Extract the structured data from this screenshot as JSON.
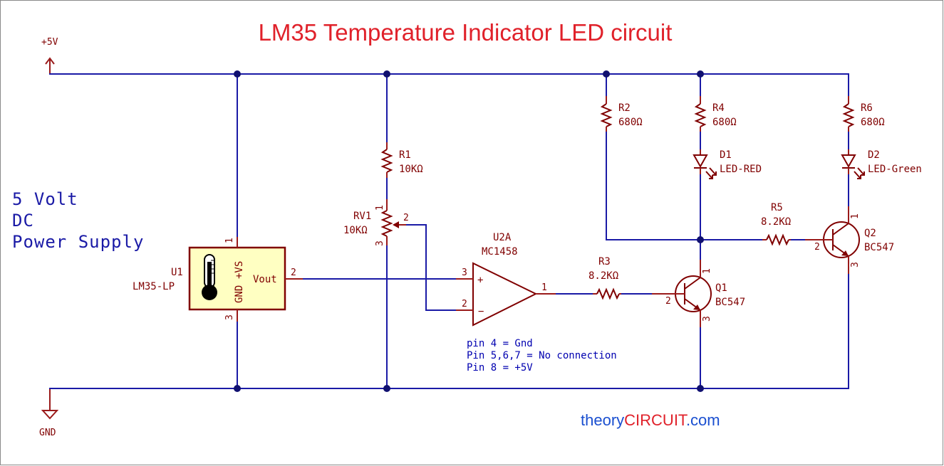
{
  "title": "LM35 Temperature Indicator LED circuit",
  "power_labels": {
    "vcc": "+5V",
    "gnd": "GND"
  },
  "supply_note": [
    "5 Volt",
    "DC",
    "Power Supply"
  ],
  "opamp_notes": [
    "pin 4 = Gnd",
    "Pin 5,6,7 = No connection",
    "Pin 8 = +5V"
  ],
  "components": {
    "u1": {
      "ref": "U1",
      "value": "LM35-LP",
      "pin_vs": "+VS",
      "pin_gnd": "GND",
      "pin_vout": "Vout"
    },
    "r1": {
      "ref": "R1",
      "value": "10KΩ"
    },
    "rv1": {
      "ref": "RV1",
      "value": "10KΩ"
    },
    "u2a": {
      "ref": "U2A",
      "value": "MC1458"
    },
    "r2": {
      "ref": "R2",
      "value": "680Ω"
    },
    "r3": {
      "ref": "R3",
      "value": "8.2KΩ"
    },
    "r4": {
      "ref": "R4",
      "value": "680Ω"
    },
    "r5": {
      "ref": "R5",
      "value": "8.2KΩ"
    },
    "r6": {
      "ref": "R6",
      "value": "680Ω"
    },
    "d1": {
      "ref": "D1",
      "value": "LED-RED"
    },
    "d2": {
      "ref": "D2",
      "value": "LED-Green"
    },
    "q1": {
      "ref": "Q1",
      "value": "BC547"
    },
    "q2": {
      "ref": "Q2",
      "value": "BC547"
    }
  },
  "pin_numbers": {
    "one": "1",
    "two": "2",
    "three": "3"
  },
  "brand": {
    "part1": "theory",
    "part2": "CIRCUIT",
    "part3": ".com"
  },
  "colors": {
    "wire": "#1a1aa6",
    "component": "#800000",
    "title": "#e0212a",
    "note": "#0000b0"
  }
}
